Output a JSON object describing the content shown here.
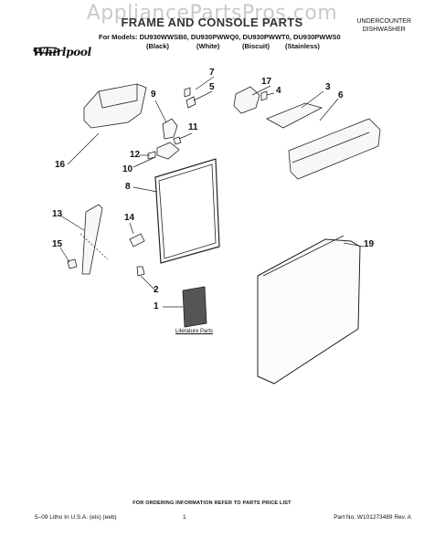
{
  "header": {
    "watermark": "AppliancePartsPros.com",
    "title": "FRAME AND CONSOLE PARTS",
    "product_line1": "UNDERCOUNTER",
    "product_line2": "DISHWASHER",
    "models_text": "For Models: DU930WWSB0, DU930PWWQ0, DU930PWWT0, DU930PWWS0",
    "colors": [
      "(Black)",
      "(White)",
      "(Biscuit)",
      "(Stainless)"
    ],
    "brand": "Whirlpool"
  },
  "callouts": [
    "1",
    "2",
    "3",
    "4",
    "5",
    "6",
    "7",
    "8",
    "9",
    "10",
    "11",
    "12",
    "13",
    "14",
    "15",
    "16",
    "17",
    "19"
  ],
  "literature_label": "Literature Parts",
  "footer": {
    "ordering_note": "FOR ORDERING INFORMATION REFER TO PARTS PRICE LIST",
    "litho": "5–09 Litho In U.S.A. (els) (eeb)",
    "page": "1",
    "part_no": "Part No. W101273489 Rev. A"
  }
}
